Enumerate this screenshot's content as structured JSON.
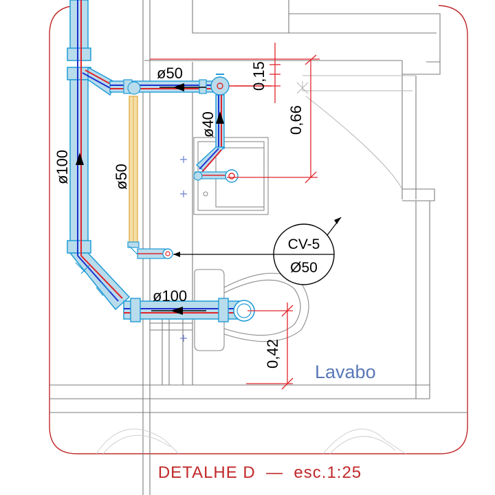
{
  "drawing": {
    "title": "DETALHE D  —  esc.1:25",
    "room_label": "Lavabo",
    "pipe_labels": {
      "riser_diameter": "ø100",
      "vent_diameter": "ø50",
      "top_branch_diameter": "ø50",
      "sink_drop_diameter": "ø40",
      "bottom_branch_diameter": "ø100"
    },
    "dimensions": {
      "top_offset": "0,15",
      "sink_height": "0,66",
      "toilet_height": "0,42"
    },
    "vent_tag": {
      "code": "CV-5",
      "diameter": "Ø50"
    },
    "colors": {
      "frame": "#c0282a",
      "pipe_fill": "#b9dcec",
      "pipe_edge": "#1e9bd6",
      "pipe_center_blue": "#1d2fd0",
      "pipe_center_red": "#e0242a",
      "dimension": "#e0242a",
      "vent_pipe": "#e2b04e",
      "room_label": "#5a78b8"
    }
  }
}
